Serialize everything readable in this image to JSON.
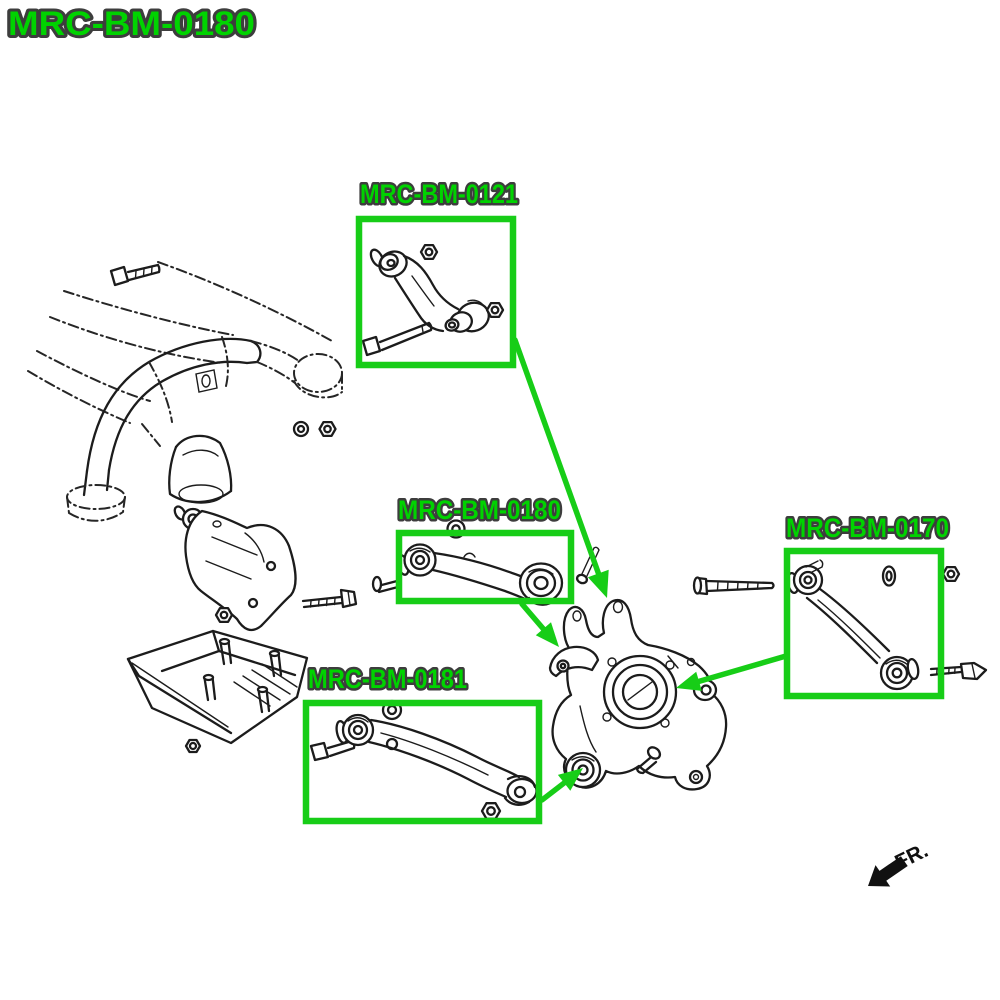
{
  "header": {
    "title": "MRC-BM-0180"
  },
  "colors": {
    "highlight_green": "#17cd17",
    "label_green": "#00d300",
    "label_outline": "#3d3d3d",
    "line_color": "#1c1c1c",
    "background": "#ffffff"
  },
  "diagram": {
    "type": "exploded-parts-line-drawing",
    "callouts": [
      {
        "label": "MRC-BM-0121"
      },
      {
        "label": "MRC-BM-0180"
      },
      {
        "label": "MRC-BM-0170"
      },
      {
        "label": "MRC-BM-0181"
      }
    ],
    "direction_indicator": {
      "label": "FR."
    }
  }
}
